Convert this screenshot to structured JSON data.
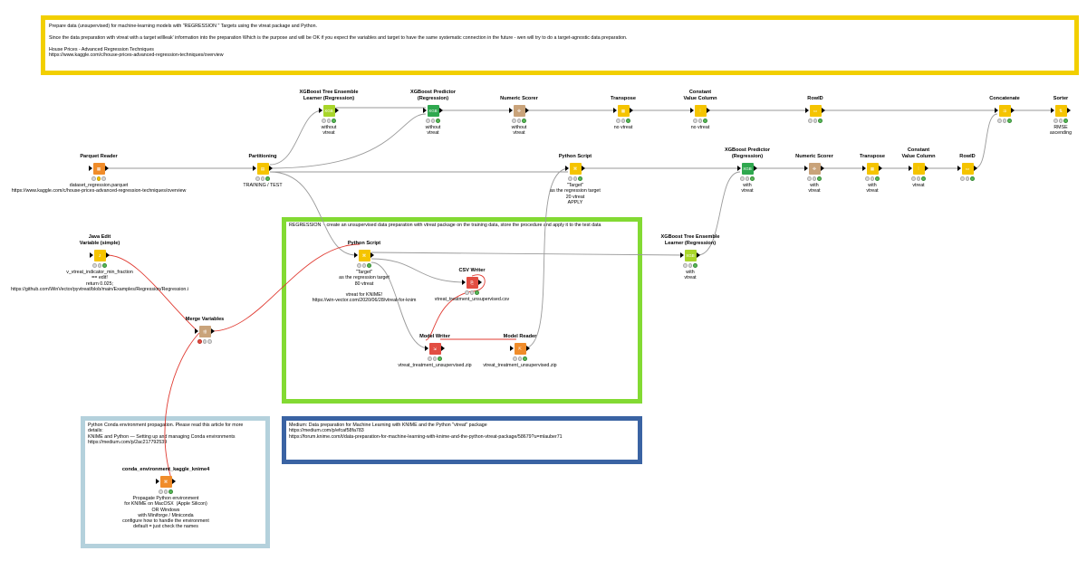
{
  "annotations": {
    "top": "Prepare data (unsupervised) for machine-learning models with \"REGRESSION \" Targets using the vtreat package and Python.\n\nSince the data preparation with vtreat with a target willleak' information into the preparation Which is the purpose and will be OK if you expect the variables and target to have the same systematic connection in the future - wen will try to do a target-agnostic data preparation.\n\nHouse Prices - Advanced Regression Techniques\nhttps://www.kaggle.com/c/house-prices-advanced-regression-techniques/overview",
    "green": "REGRESSION  - create an unsupervised data preparation with vtreat package on the training data, store the procedure and apply it to the test data",
    "blue": "Medium: Data preparation for Machine Learning with KNIME and the Python \"vtreat\" package\nhttps://medium.com/p/efcaf58fa783\nhttps://forum.knime.com/t/data-preparation-for-machine-learning-with-knime-and-the-python-vtreat-package/58679?u=mlauber71",
    "lightblue": "Python Conda environment propagation. Please read this article for more\ndetails:\nKNIME and Python — Setting up and managing Conda environments\nhttps://medium.com/p/2ac217792539"
  },
  "nodes": [
    {
      "id": "parquet_reader",
      "title": "Parquet Reader",
      "label": "dataset_regression.parquet\nhttps://www.kaggle.com/c/house-prices-advanced-regression-techniques/overview",
      "color": "#f08c2a",
      "glyph": "▦",
      "status": "yellow"
    },
    {
      "id": "partitioning",
      "title": "Partitioning",
      "label": "TRAINING / TEST",
      "color": "#f5c400",
      "glyph": "▤",
      "status": "green"
    },
    {
      "id": "xgb_learner_1",
      "title": "XGBoost Tree Ensemble\nLearner (Regression)",
      "label": "without\nvtreat",
      "color": "#a8d52a",
      "glyph": "XGB",
      "status": "green"
    },
    {
      "id": "xgb_predictor_1",
      "title": "XGBoost Predictor\n(Regression)",
      "label": "without\nvtreat",
      "color": "#2fa84f",
      "glyph": "XGB",
      "status": "green"
    },
    {
      "id": "numeric_scorer_1",
      "title": "Numeric Scorer",
      "label": "without\nvtreat",
      "color": "#c9a37a",
      "glyph": "✜",
      "status": "green"
    },
    {
      "id": "transpose_1",
      "title": "Transpose",
      "label": "no vtreat",
      "color": "#f5c400",
      "glyph": "▦",
      "status": "green"
    },
    {
      "id": "constant_1",
      "title": "Constant\nValue Column",
      "label": "no vtreat",
      "color": "#f5c400",
      "glyph": "⁞",
      "status": "green"
    },
    {
      "id": "rowid_1",
      "title": "RowID",
      "label": "",
      "color": "#f5c400",
      "glyph": "▭",
      "status": "green"
    },
    {
      "id": "concatenate",
      "title": "Concatenate",
      "label": "",
      "color": "#f5c400",
      "glyph": "⇉",
      "status": "green"
    },
    {
      "id": "sorter",
      "title": "Sorter",
      "label": "RMSE\nascending",
      "color": "#f5c400",
      "glyph": "⇅",
      "status": "green"
    },
    {
      "id": "python_script_apply",
      "title": "Python Script",
      "label": "\"Target\"\nas the regression target\n20 vtreat\nAPPLY",
      "color": "#f5c400",
      "glyph": "⌘",
      "status": "green"
    },
    {
      "id": "xgb_predictor_2",
      "title": "XGBoost Predictor\n(Regression)",
      "label": "with\nvtreat",
      "color": "#2fa84f",
      "glyph": "XGB",
      "status": "green"
    },
    {
      "id": "numeric_scorer_2",
      "title": "Numeric Scorer",
      "label": "with\nvtreat",
      "color": "#c9a37a",
      "glyph": "✜",
      "status": "green"
    },
    {
      "id": "transpose_2",
      "title": "Transpose",
      "label": "with\nvtreat",
      "color": "#f5c400",
      "glyph": "▦",
      "status": "green"
    },
    {
      "id": "constant_2",
      "title": "Constant\nValue Column",
      "label": "vtreat",
      "color": "#f5c400",
      "glyph": "⁞",
      "status": "green"
    },
    {
      "id": "rowid_2",
      "title": "RowID",
      "label": "",
      "color": "#f5c400",
      "glyph": "▭",
      "status": "green"
    },
    {
      "id": "xgb_learner_2",
      "title": "XGBoost Tree Ensemble\nLearner (Regression)",
      "label": "with\nvtreat",
      "color": "#a8d52a",
      "glyph": "XGB",
      "status": "green"
    },
    {
      "id": "java_edit",
      "title": "Java Edit\nVariable (simple)",
      "label": "v_vtreat_indicator_min_fraction\n== edit!\nreturn 0.025;\nhttps://github.com/WinVector/pyvtreat/blob/main/Examples/Regression/Regression.i",
      "color": "#f5c400",
      "glyph": "J",
      "status": "green"
    },
    {
      "id": "merge_variables",
      "title": "Merge Variables",
      "label": "",
      "color": "#c9a37a",
      "glyph": "⇶",
      "status": "red"
    },
    {
      "id": "python_script_train",
      "title": "Python Script",
      "label": "\"Target\"\nas the regression target\n80 vtreat\n\nvtreat for KNIME!\nhttps://win-vector.com/2020/06/28/vtreat-for-knim",
      "color": "#f5c400",
      "glyph": "⌘",
      "status": "green"
    },
    {
      "id": "csv_writer",
      "title": "CSV Writer",
      "label": "vtreat_treatment_unsupervised.csv",
      "color": "#e24d42",
      "glyph": "⎘",
      "status": "green"
    },
    {
      "id": "model_writer",
      "title": "Model Writer",
      "label": "vtreat_treatment_unsupervised.zip",
      "color": "#e24d42",
      "glyph": "⇲",
      "status": "green"
    },
    {
      "id": "model_reader",
      "title": "Model Reader",
      "label": "vtreat_treatment_unsupervised.zip",
      "color": "#f08c2a",
      "glyph": "⇱",
      "status": "green"
    },
    {
      "id": "conda_env",
      "title": "conda_environment_kaggle_knime4",
      "label": "Propagate Python environment\nfor KNIME on MacOSX  (Apple Silicon)\nOR Windows\nwith Miniforge / Miniconda\nconfigure how to handle the environment\ndefault = just check the names",
      "color": "#f08c2a",
      "glyph": "⌘",
      "status": "green"
    }
  ],
  "colors": {
    "data_edge": "#9a9a9a",
    "variable_edge": "#e03b32",
    "annotation_yellow": "#f2cf00",
    "annotation_green": "#83da33",
    "annotation_blue": "#3a63a3",
    "annotation_lightblue": "#b4d1dc"
  }
}
